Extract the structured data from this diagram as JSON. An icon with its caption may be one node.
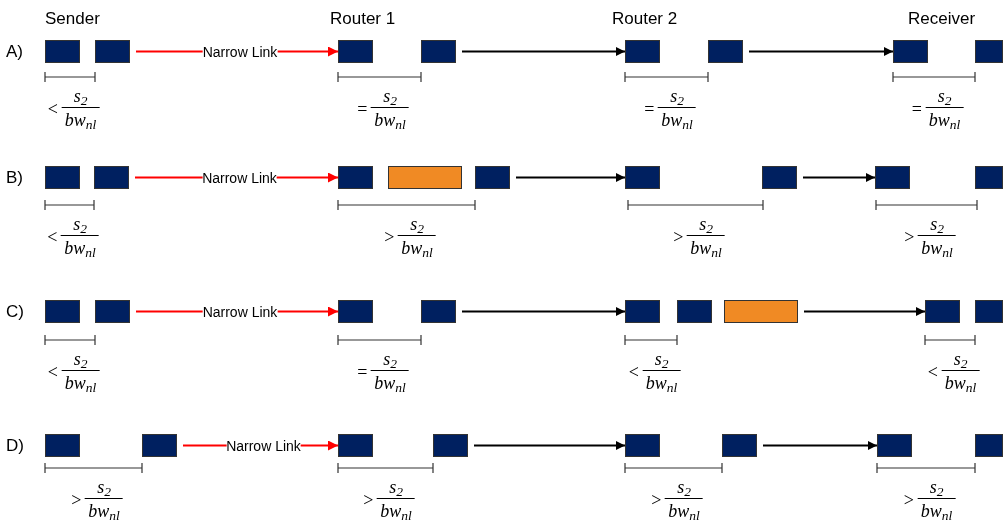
{
  "diagram": {
    "nodes": [
      {
        "text": [],
        "shape": "box"
      },
      {
        "text": [],
        "shape": "box"
      },
      {
        "text": [],
        "shape": "box"
      },
      {
        "text": [],
        "shape": "box"
      },
      {
        "text": [],
        "shape": "box"
      },
      {
        "text": [],
        "shape": "box"
      },
      {
        "text": [],
        "shape": "box"
      },
      {
        "text": [],
        "shape": "box"
      },
      {
        "text": [],
        "shape": "box"
      },
      {
        "text": [],
        "shape": "box"
      },
      {
        "text": [],
        "shape": "box"
      },
      {
        "text": [],
        "shape": "bar"
      },
      {
        "text": [],
        "shape": "box"
      },
      {
        "text": [],
        "shape": "box"
      },
      {
        "text": [],
        "shape": "box"
      },
      {
        "text": [],
        "shape": "box"
      },
      {
        "text": [],
        "shape": "box"
      },
      {
        "text": [],
        "shape": "box"
      },
      {
        "text": [],
        "shape": "box"
      },
      {
        "text": [],
        "shape": "box"
      },
      {
        "text": [],
        "shape": "box"
      },
      {
        "text": [],
        "shape": "box"
      },
      {
        "text": [],
        "shape": "box"
      },
      {
        "text": [],
        "shape": "bar"
      },
      {
        "text": [],
        "shape": "box"
      },
      {
        "text": [],
        "shape": "box"
      },
      {
        "text": [],
        "shape": "box"
      },
      {
        "text": [],
        "shape": "box"
      },
      {
        "text": [],
        "shape": "box"
      },
      {
        "text": [],
        "shape": "box"
      },
      {
        "text": [],
        "shape": "box"
      },
      {
        "text": [],
        "shape": "box"
      },
      {
        "text": [],
        "shape": "box"
      },
      {
        "text": [],
        "shape": "box"
      }
    ],
    "edges": [
      {
        "from": 1,
        "to": 2,
        "arrow": "to",
        "label": "Narrow Link",
        "color": "#ff0000"
      },
      {
        "from": 3,
        "to": 4,
        "arrow": "to"
      },
      {
        "from": 5,
        "to": 6,
        "arrow": "to"
      },
      {
        "from": 9,
        "to": 10,
        "arrow": "to",
        "label": "Narrow Link",
        "color": "#ff0000"
      },
      {
        "from": 12,
        "to": 13,
        "arrow": "to"
      },
      {
        "from": 14,
        "to": 15,
        "arrow": "to"
      },
      {
        "from": 18,
        "to": 19,
        "arrow": "to",
        "label": "Narrow Link",
        "color": "#ff0000"
      },
      {
        "from": 20,
        "to": 21,
        "arrow": "to"
      },
      {
        "from": 23,
        "to": 24,
        "arrow": "to"
      },
      {
        "from": 27,
        "to": 28,
        "arrow": "to",
        "label": "Narrow Link",
        "color": "#ff0000"
      },
      {
        "from": 29,
        "to": 30,
        "arrow": "to"
      },
      {
        "from": 31,
        "to": 32,
        "arrow": "to"
      }
    ],
    "labels": [
      "Sender",
      "Router 1",
      "Router 2",
      "Receiver",
      "A)",
      "<",
      "s$_{2}$",
      "bw$_{nl}$",
      "=",
      "s$_{2}$",
      "bw$_{nl}$",
      "=",
      "s$_{2}$",
      "bw$_{nl}$",
      "=",
      "s$_{2}$",
      "bw$_{nl}$",
      "B)",
      "<",
      "s$_{2}$",
      "bw$_{nl}$",
      ">",
      "s$_{2}$",
      "bw$_{nl}$",
      ">",
      "s$_{2}$",
      "bw$_{nl}$",
      ">",
      "s$_{2}$",
      "bw$_{nl}$",
      "C)",
      "<",
      "s$_{2}$",
      "bw$_{nl}$",
      "=",
      "s$_{2}$",
      "bw$_{nl}$",
      "<",
      "s$_{2}$",
      "bw$_{nl}$",
      "<",
      "s$_{2}$",
      "bw$_{nl}$",
      "D)",
      ">",
      "s$_{2}$",
      "bw$_{nl}$",
      ">",
      "s$_{2}$",
      "bw$_{nl}$",
      ">",
      "s$_{2}$",
      "bw$_{nl}$",
      ">",
      "s$_{2}$",
      "bw$_{nl}$"
    ]
  }
}
